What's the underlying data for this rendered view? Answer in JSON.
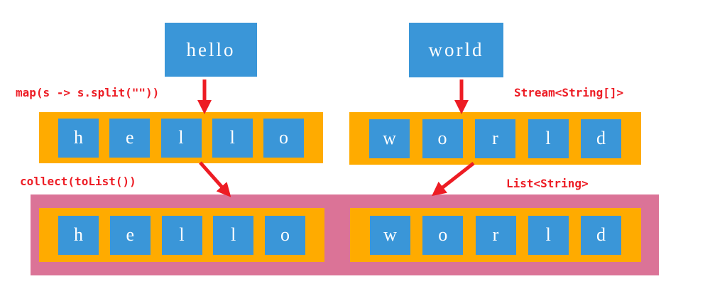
{
  "diagram": {
    "sources": [
      {
        "label": "hello"
      },
      {
        "label": "world"
      }
    ],
    "labels": {
      "map_operation": "map(s -> s.split(\"\"))",
      "stream_type": "Stream<String[]>",
      "collect_operation": "collect(toList())",
      "list_type": "List<String>"
    },
    "stream_arrays": [
      {
        "chars": [
          "h",
          "e",
          "l",
          "l",
          "o"
        ]
      },
      {
        "chars": [
          "w",
          "o",
          "r",
          "l",
          "d"
        ]
      }
    ],
    "list_arrays": [
      {
        "chars": [
          "h",
          "e",
          "l",
          "l",
          "o"
        ]
      },
      {
        "chars": [
          "w",
          "o",
          "r",
          "l",
          "d"
        ]
      }
    ],
    "colors": {
      "blue": "#3A96D8",
      "orange": "#FFAB00",
      "pink": "#DB7397",
      "red": "#ED1C24",
      "white": "#ffffff"
    }
  }
}
